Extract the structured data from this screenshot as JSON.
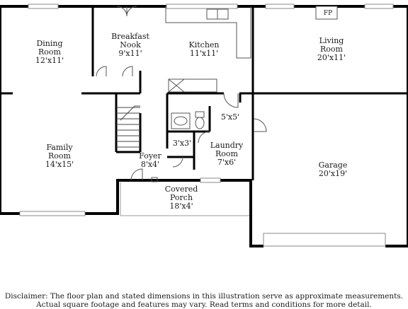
{
  "rooms": {
    "dining": {
      "name_1": "Dining",
      "name_2": "Room",
      "dims": "12'x11'"
    },
    "breakfast": {
      "name_1": "Breakfast",
      "name_2": "Nook",
      "dims": "9'x11'"
    },
    "kitchen": {
      "name": "Kitchen",
      "dims": "11'x11'"
    },
    "living": {
      "name_1": "Living",
      "name_2": "Room",
      "dims": "20'x11'"
    },
    "family": {
      "name_1": "Family",
      "name_2": "Room",
      "dims": "14'x15'"
    },
    "hall_5x5": {
      "dims": "5'x5'"
    },
    "closet_3x3": {
      "dims": "3'x3'"
    },
    "laundry": {
      "name_1": "Laundry",
      "name_2": "Room",
      "dims": "7'x6'"
    },
    "foyer": {
      "name": "Foyer",
      "dims": "8'x4'"
    },
    "garage": {
      "name": "Garage",
      "dims": "20'x19'"
    },
    "porch": {
      "name_1": "Covered",
      "name_2": "Porch",
      "dims": "18'x4'"
    }
  },
  "fireplace_label": "FP",
  "disclaimer": {
    "line_1": "Disclaimer: The floor plan and stated dimensions in this illustration serve as approximate measurements.",
    "line_2": "Actual square footage and features may vary. Read terms and conditions for more detail."
  }
}
